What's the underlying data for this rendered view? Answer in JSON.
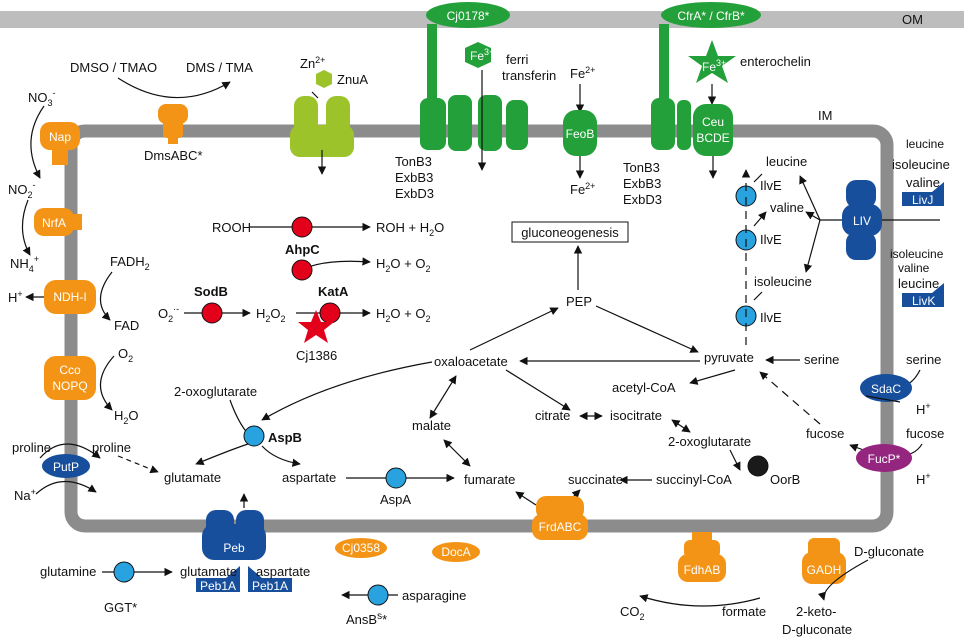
{
  "membranes": {
    "outer": "OM",
    "inner": "IM"
  },
  "colors": {
    "green": "#23a03a",
    "lightgreen": "#9cc42a",
    "orange": "#f39416",
    "blue": "#174f9c",
    "lightblue": "#29a3e0",
    "red": "#e2001a",
    "purple": "#952680",
    "gray": "#8c8c8c",
    "lightgray": "#bdbdbd"
  },
  "transporters": {
    "cj0178": "Cj0178*",
    "cfr": "CfrA* / CfrB*",
    "fe3": "Fe",
    "fe3_sup": "3+",
    "fe2": "Fe",
    "fe2_sup": "2+",
    "ferri": "ferri",
    "transferin": "transferin",
    "enterochelin": "enterochelin",
    "feob": "FeoB",
    "ceu1": "Ceu",
    "ceu2": "BCDE",
    "tonb_a": [
      "TonB3",
      "ExbB3",
      "ExbD3"
    ],
    "tonb_b": [
      "TonB3",
      "ExbB3",
      "ExbD3"
    ],
    "zn": "Zn",
    "zn_sup": "2+",
    "znua": "ZnuA",
    "liv": "LIV",
    "livj": "LivJ",
    "livk": "LivK",
    "peb": "Peb",
    "peb1a_left": "Peb1A",
    "peb1a_right": "Peb1A",
    "putp": "PutP",
    "sdac": "SdaC",
    "fucp": "FucP*"
  },
  "respiration": {
    "dmso": "DMSO / TMAO",
    "dms": "DMS / TMA",
    "dmsabc": "DmsABC*",
    "no3": "NO",
    "no3_sub": "3",
    "no3_sup": "-",
    "nap": "Nap",
    "no2": "NO",
    "no2_sub": "2",
    "no2_sup": "-",
    "nrfa": "NrfA",
    "nh4": "NH",
    "nh4_sub": "4",
    "nh4_sup": "+",
    "fadh2": "FADH",
    "fadh2_sub": "2",
    "ndh": "NDH-I",
    "h_plus": "H",
    "h_sup": "+",
    "fad": "FAD",
    "cco1": "Cco",
    "cco2": "NOPQ",
    "o2": "O",
    "o2_sub": "2",
    "h2o": "H",
    "h2o_sub": "2",
    "h2o_end": "O",
    "frdabc": "FrdABC",
    "fdhab": "FdhAB",
    "co2": "CO",
    "co2_sub": "2",
    "formate": "formate",
    "gadh": "GADH",
    "d_gluconate": "D-gluconate",
    "keto1": "2-keto-",
    "keto2": "D-gluconate",
    "cj0358": "Cj0358",
    "doca": "DocA"
  },
  "oxidative": {
    "rooh": "ROOH",
    "roh": "ROH + H",
    "roh_sub": "2",
    "roh_end": "O",
    "ahpc": "AhpC",
    "h2o_o2_a": "H",
    "h2o_o2_b": "H",
    "h2o_o2_sub": "2",
    "h2o_o2_mid": "O + O",
    "h2o_o2_sub2": "2",
    "sodb": "SodB",
    "katA": "KatA",
    "o2_minus": "O",
    "o2_minus_sub": "2",
    "o2_minus_sup": "·-",
    "h2o2": "H",
    "h2o2_sub": "2",
    "h2o2_mid": "O",
    "h2o2_sub2": "2",
    "cj1386": "Cj1386"
  },
  "metabolism": {
    "gluconeogenesis": "gluconeogenesis",
    "pep": "PEP",
    "pyruvate": "pyruvate",
    "oxaloacetate": "oxaloacetate",
    "acetyl_coa": "acetyl-CoA",
    "citrate": "citrate",
    "isocitrate": "isocitrate",
    "oxoglutarate_r": "2-oxoglutarate",
    "oorb": "OorB",
    "succinyl_coa": "succinyl-CoA",
    "succinate": "succinate",
    "fumarate": "fumarate",
    "malate": "malate",
    "aspa": "AspA",
    "aspartate": "aspartate",
    "glutamate": "glutamate",
    "aspb": "AspB",
    "oxoglutarate_l": "2-oxoglutarate",
    "proline_in": "proline",
    "proline_out": "proline",
    "na": "Na",
    "na_sup": "+",
    "serine_in": "serine",
    "serine_out": "serine",
    "h_sdac": "H",
    "h_sdac_sup": "+",
    "fucose_in": "fucose",
    "fucose_out": "fucose",
    "h_fucp": "H",
    "h_fucp_sup": "+",
    "leucine": "leucine",
    "valine": "valine",
    "isoleucine": "isoleucine",
    "ilve": [
      "IlvE",
      "IlvE",
      "IlvE"
    ],
    "liv_j_list": [
      "leucine",
      "isoleucine",
      "valine"
    ],
    "liv_k_list": [
      "isoleucine",
      "valine",
      "leucine"
    ],
    "glutamine": "glutamine",
    "ggt": "GGT*",
    "glutamate_b": "glutamate",
    "aspartate_b": "aspartate",
    "asparagine": "asparagine",
    "ansb": "AnsB",
    "ansb_sup": "s",
    "ansb_end": "*"
  }
}
